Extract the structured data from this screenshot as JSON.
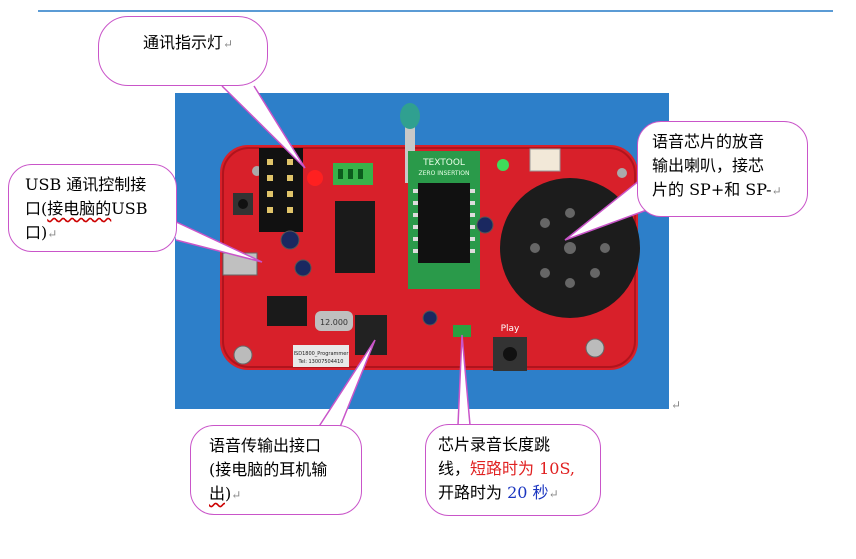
{
  "callouts": {
    "leds": {
      "text": "通讯指示灯"
    },
    "usb": {
      "line1": "USB 通讯控制接",
      "line2a": "口(",
      "line2b": "接电脑的",
      "line2c": "USB",
      "line3": "口)"
    },
    "speaker": {
      "line1": "语音芯片的放音",
      "line2": "输出喇叭，接芯",
      "line3": "片的 SP+和 SP-"
    },
    "audio": {
      "line1": "语音传输出接口",
      "line2": "(接电脑的耳机输",
      "line3a": "出",
      "line3b": ")"
    },
    "jumper": {
      "line1": "芯片录音长度跳",
      "line2a": "线，",
      "line2b": "短路时为 10S,",
      "line3a": "开路时为",
      "line3b": "20 秒"
    }
  },
  "board": {
    "socket_label": "TEXTOOL",
    "socket_sub": "ZERO INSERTION",
    "crystal": "12.000",
    "button_label": "Play",
    "brand": "ISD1800_Programmer",
    "phone": "Tel: 13007504410"
  },
  "colors": {
    "photo_bg": "#2d7fc9",
    "pcb": "#d8202a",
    "bubble_border": "#c955c9",
    "highlight_red": "#e02020",
    "highlight_blue": "#1a35c0"
  },
  "mark_char": "↵"
}
